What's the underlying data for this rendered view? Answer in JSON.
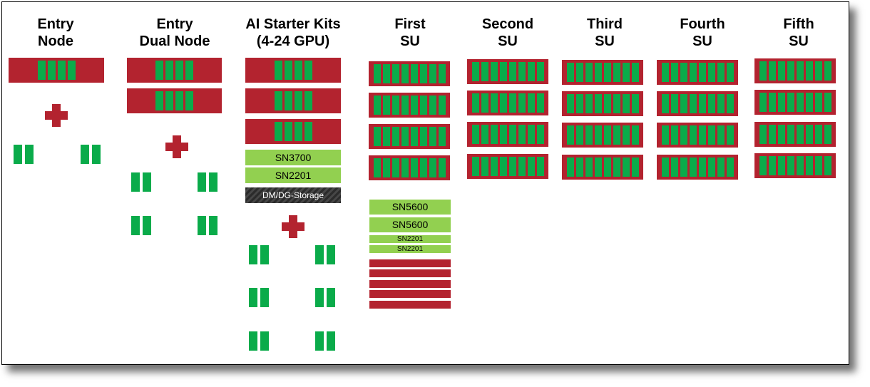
{
  "columns": [
    {
      "id": "entry-node",
      "title_line1": "Entry",
      "title_line2": "Node"
    },
    {
      "id": "entry-dual-node",
      "title_line1": "Entry",
      "title_line2": "Dual Node"
    },
    {
      "id": "ai-starter-kits",
      "title_line1": "AI Starter Kits",
      "title_line2": "(4-24 GPU)"
    },
    {
      "id": "first-su",
      "title_line1": "First",
      "title_line2": "SU"
    },
    {
      "id": "second-su",
      "title_line1": "Second",
      "title_line2": "SU"
    },
    {
      "id": "third-su",
      "title_line1": "Third",
      "title_line2": "SU"
    },
    {
      "id": "fourth-su",
      "title_line1": "Fourth",
      "title_line2": "SU"
    },
    {
      "id": "fifth-su",
      "title_line1": "Fifth",
      "title_line2": "SU"
    }
  ],
  "switches": {
    "starter_1": "SN3700",
    "starter_2": "SN2201",
    "su_1": "SN5600",
    "su_2": "SN5600",
    "su_3": "SN2201",
    "su_4": "SN2201"
  },
  "storage_label": "DM/DG-Storage",
  "colors": {
    "server": "#b3232f",
    "gpu": "#0aab4a",
    "switch": "#92d050",
    "plus": "#b3232f"
  }
}
